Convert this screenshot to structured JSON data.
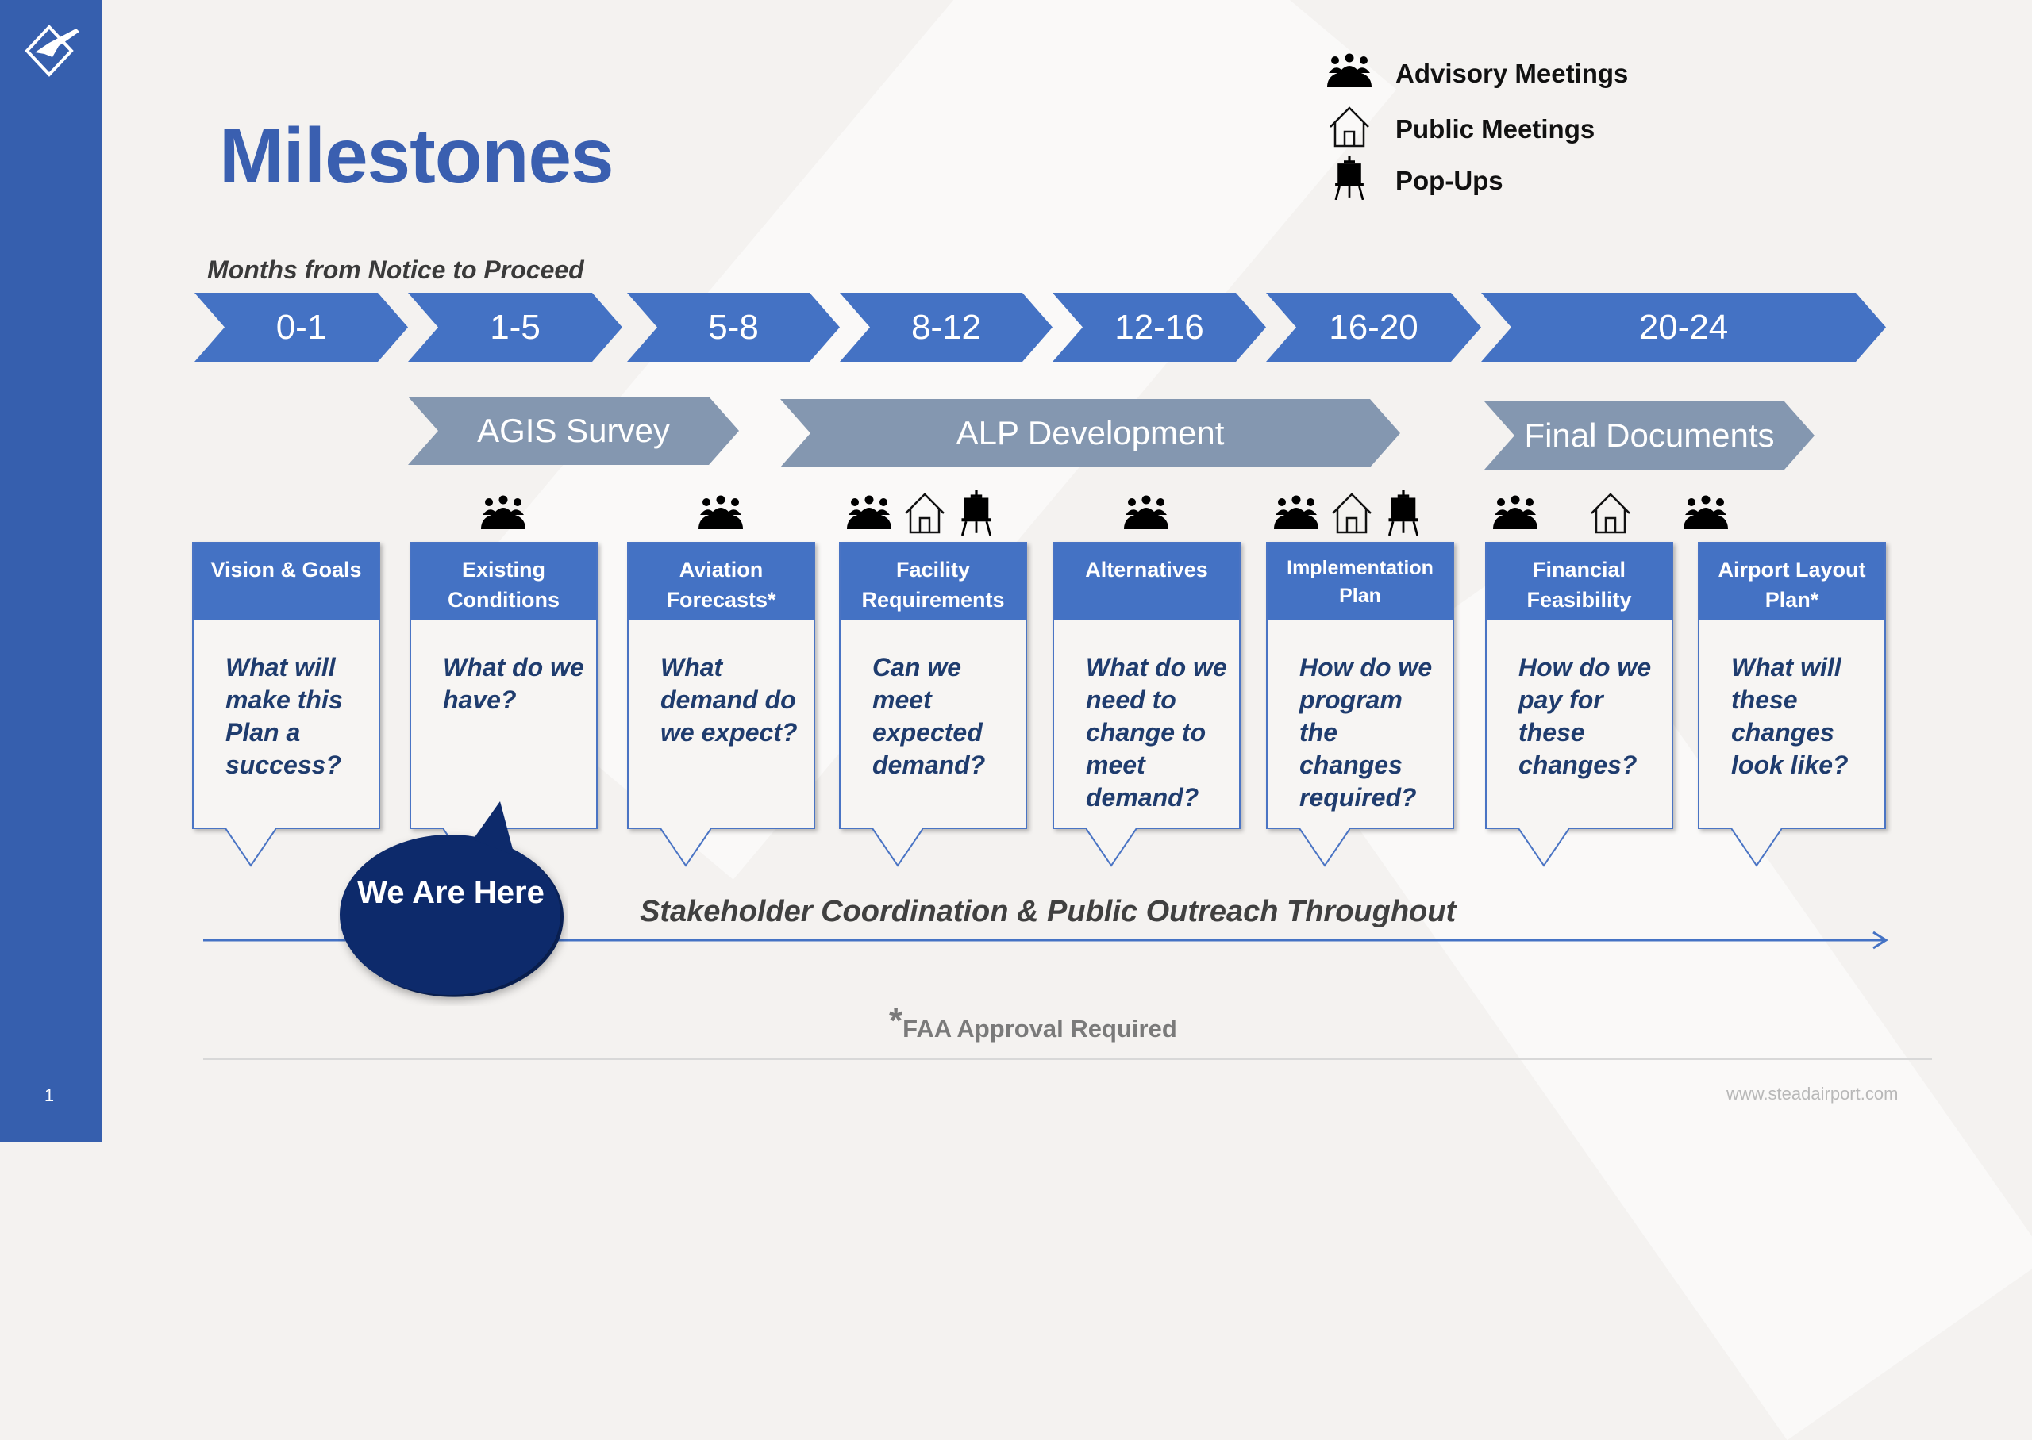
{
  "page_number": "1",
  "title": "Milestones",
  "legend": [
    {
      "icon": "advisory-meeting-icon",
      "label": "Advisory Meetings"
    },
    {
      "icon": "public-meeting-icon",
      "label": "Public Meetings"
    },
    {
      "icon": "popup-icon",
      "label": "Pop-Ups"
    }
  ],
  "timeline_label": "Months from Notice to Proceed",
  "phases": [
    "0-1",
    "1-5",
    "5-8",
    "8-12",
    "12-16",
    "16-20",
    "20-24"
  ],
  "stages": [
    "AGIS Survey",
    "ALP Development",
    "Final Documents"
  ],
  "cards": [
    {
      "title": "Vision & Goals",
      "question": "What will make this Plan a success?",
      "icons": []
    },
    {
      "title": "Existing Conditions",
      "question": "What do we have?",
      "icons": [
        "advisory"
      ]
    },
    {
      "title": "Aviation Forecasts*",
      "question": "What demand do we expect?",
      "icons": [
        "advisory"
      ]
    },
    {
      "title": "Facility Requirements",
      "question": "Can we meet expected demand?",
      "icons": [
        "advisory",
        "public",
        "popup"
      ]
    },
    {
      "title": "Alternatives",
      "question": "What do we need to change to meet demand?",
      "icons": [
        "advisory"
      ]
    },
    {
      "title": "Implementation Plan",
      "question": "How do we program the changes required?",
      "icons": [
        "advisory",
        "public",
        "popup"
      ]
    },
    {
      "title": "Financial Feasibility",
      "question": "How do we pay for these changes?",
      "icons": [
        "advisory",
        "public",
        "advisory"
      ]
    },
    {
      "title": "Airport Layout Plan*",
      "question": "What will these changes look like?",
      "icons": []
    }
  ],
  "we_are_here": "We Are Here",
  "outreach": "Stakeholder Coordination & Public Outreach Throughout",
  "footnote_mark": "*",
  "footnote": "FAA Approval Required",
  "website": "www.steadairport.com",
  "colors": {
    "sidebar": "#365fae",
    "phase": "#4472c4",
    "stage": "#8497b0",
    "bubble": "#0d2a6b",
    "question": "#1f3c6e"
  }
}
